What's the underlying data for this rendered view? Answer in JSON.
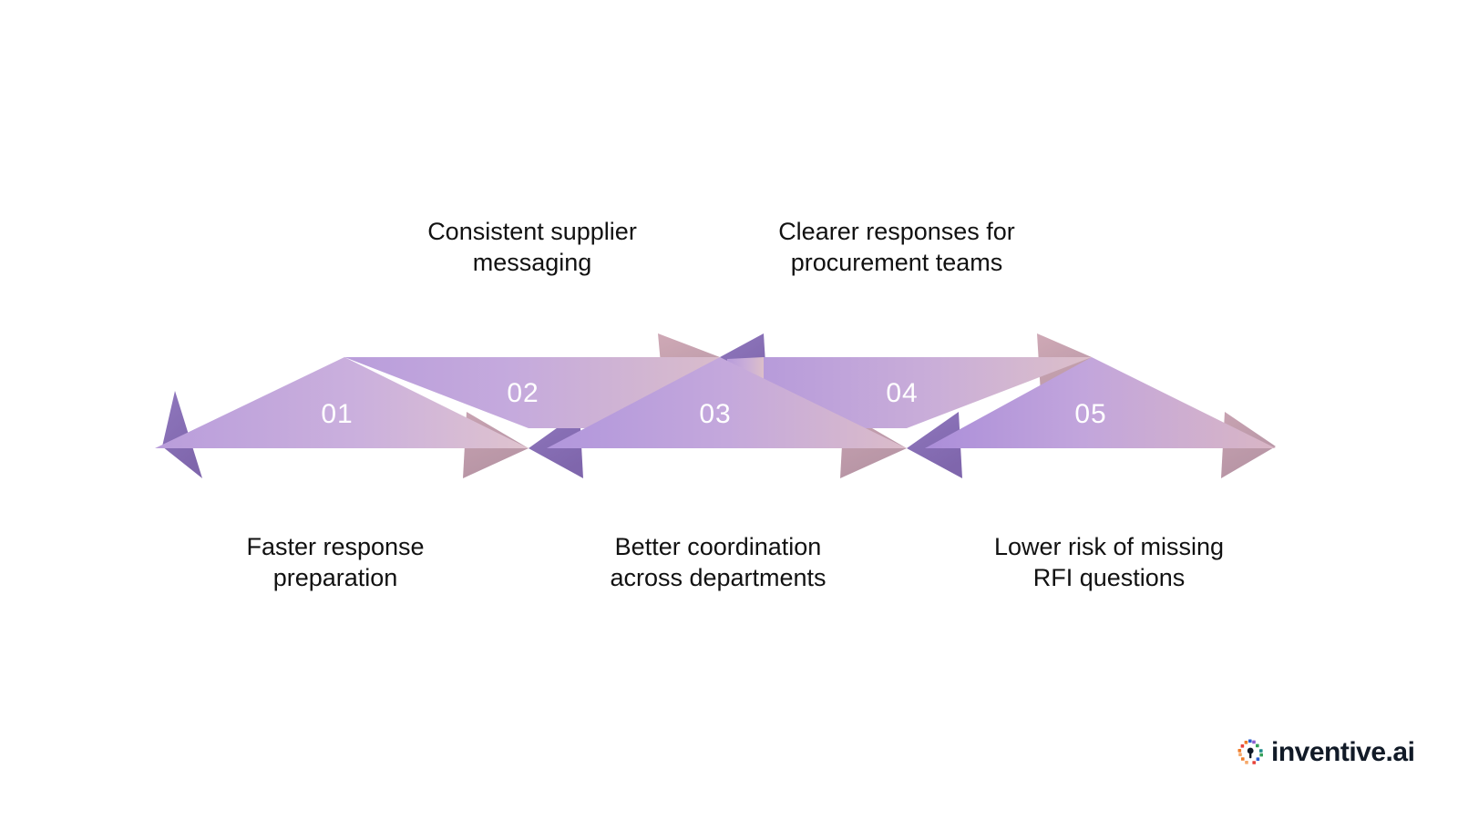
{
  "diagram": {
    "type": "chevron-arrow-process",
    "title_visible": false,
    "steps": [
      {
        "number": "01",
        "label": "Faster response\npreparation",
        "position": "bottom",
        "band": "lower",
        "direction": "right"
      },
      {
        "number": "02",
        "label": "Consistent supplier\nmessaging",
        "position": "top",
        "band": "upper",
        "direction": "left"
      },
      {
        "number": "03",
        "label": "Better coordination\nacross departments",
        "position": "bottom",
        "band": "lower",
        "direction": "right"
      },
      {
        "number": "04",
        "label": "Clearer responses for\nprocurement teams",
        "position": "top",
        "band": "upper",
        "direction": "left"
      },
      {
        "number": "05",
        "label": "Lower risk of missing\nRFI questions",
        "position": "bottom",
        "band": "lower",
        "direction": "right"
      }
    ]
  },
  "colors": {
    "background": "#ffffff",
    "gradient_purple": "#a98bd4",
    "gradient_lavender": "#bda4dd",
    "gradient_mauve": "#c8aedd",
    "gradient_pink": "#d8b8c8",
    "gradient_rose": "#cfa7b9",
    "gradient_blush": "#e0c3cf",
    "shadow_purple": "#8b72b8",
    "shadow_rose": "#bb9aa8",
    "number_text": "#ffffff",
    "caption_text": "#111111",
    "logo_text": "#111a27",
    "logo_orange": "#f07c28",
    "logo_purple": "#8e5fd0",
    "logo_teal": "#1f8a8a",
    "logo_red": "#e8433a",
    "logo_blue": "#2d5fd0",
    "logo_green": "#35a05a",
    "logo_peach": "#f5a96b"
  },
  "logo": {
    "text": "inventive.ai",
    "mark_name": "inventive-pinwheel-mark"
  }
}
